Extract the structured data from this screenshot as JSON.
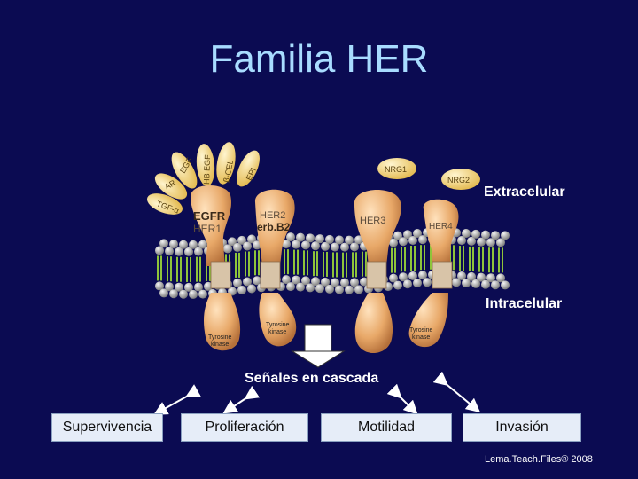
{
  "title": "Familia HER",
  "regions": {
    "extracellular": "Extracelular",
    "intracellular": "Intracelular"
  },
  "ligands": {
    "egf_group": [
      "EGF",
      "HB EGF",
      "β-CEL",
      "EPI",
      "AR",
      "TGF-α"
    ],
    "nrg1": "NRG1",
    "nrg2": "NRG2"
  },
  "receptors": [
    {
      "name": "EGFR",
      "alt": "HER1"
    },
    {
      "name": "HER2",
      "alt": "erb.B2"
    },
    {
      "name": "HER3",
      "alt": ""
    },
    {
      "name": "HER4",
      "alt": ""
    }
  ],
  "tyrosine_kinase": "Tyrosine kinase",
  "tk_lines": [
    "Tyrosine",
    "kinase"
  ],
  "cascade_label": "Señales en cascada",
  "outcomes": [
    "Supervivencia",
    "Proliferación",
    "Motilidad",
    "Invasión"
  ],
  "copyright": "Lema.Teach.Files® 2008",
  "colors": {
    "background": "#0b0b52",
    "title": "#a8dcff",
    "receptor": "#e8a868",
    "ligand": "#f2d47a",
    "membrane_heads": "#b8b8b8",
    "membrane_tails": "#8ec43a",
    "box": "#e6edf8"
  }
}
